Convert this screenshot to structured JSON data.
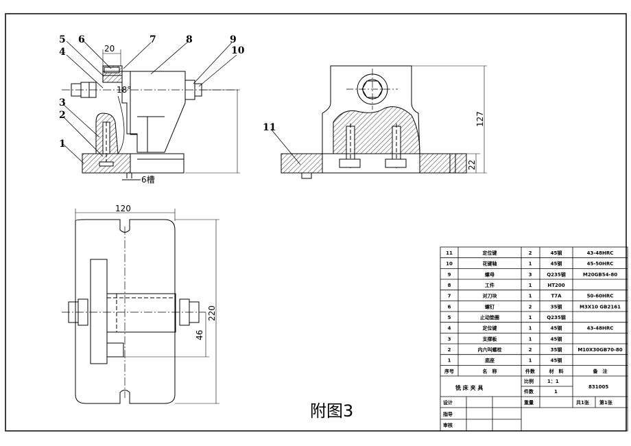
{
  "drawing": {
    "caption": "附图3",
    "part_labels": [
      "1",
      "2",
      "3",
      "4",
      "5",
      "6",
      "7",
      "8",
      "9",
      "10",
      "11"
    ],
    "dims": {
      "front_width": "20",
      "front_chamfer": "18°",
      "front_slot": "6槽",
      "side_height": "127",
      "side_base": "22",
      "top_width": "120",
      "top_height": "220",
      "top_offset": "46"
    }
  },
  "title_block": {
    "header": [
      "序号",
      "名　称",
      "件数",
      "材　料",
      "备　注"
    ],
    "parts": [
      {
        "no": "11",
        "name": "定位键",
        "qty": "2",
        "material": "45钢",
        "note": "43-48HRC"
      },
      {
        "no": "10",
        "name": "花键轴",
        "qty": "1",
        "material": "45钢",
        "note": "45-50HRC"
      },
      {
        "no": "9",
        "name": "螺母",
        "qty": "3",
        "material": "Q235钢",
        "note": "M20GB54-80"
      },
      {
        "no": "8",
        "name": "工件",
        "qty": "1",
        "material": "HT200",
        "note": ""
      },
      {
        "no": "7",
        "name": "对刀块",
        "qty": "1",
        "material": "T7A",
        "note": "50-60HRC"
      },
      {
        "no": "6",
        "name": "螺钉",
        "qty": "2",
        "material": "35钢",
        "note": "M3X10 GB2161"
      },
      {
        "no": "5",
        "name": "止动垫圈",
        "qty": "1",
        "material": "Q235钢",
        "note": ""
      },
      {
        "no": "4",
        "name": "定位键",
        "qty": "1",
        "material": "45钢",
        "note": "43-48HRC"
      },
      {
        "no": "3",
        "name": "支撑板",
        "qty": "1",
        "material": "45钢",
        "note": ""
      },
      {
        "no": "2",
        "name": "内六叫螺栓",
        "qty": "2",
        "material": "35钢",
        "note": "M10X30GB70-80"
      },
      {
        "no": "1",
        "name": "底座",
        "qty": "1",
        "material": "45钢",
        "note": ""
      }
    ],
    "title": "铣 床 夹 具",
    "scale_label": "比例",
    "scale_value": "1：1",
    "count_label": "件数",
    "count_value": "1",
    "drawing_no": "831005",
    "weight_label": "重量",
    "sheets_total": "共1张",
    "sheet_no": "第1张",
    "design": "设计",
    "guide": "指导",
    "review": "审核"
  }
}
